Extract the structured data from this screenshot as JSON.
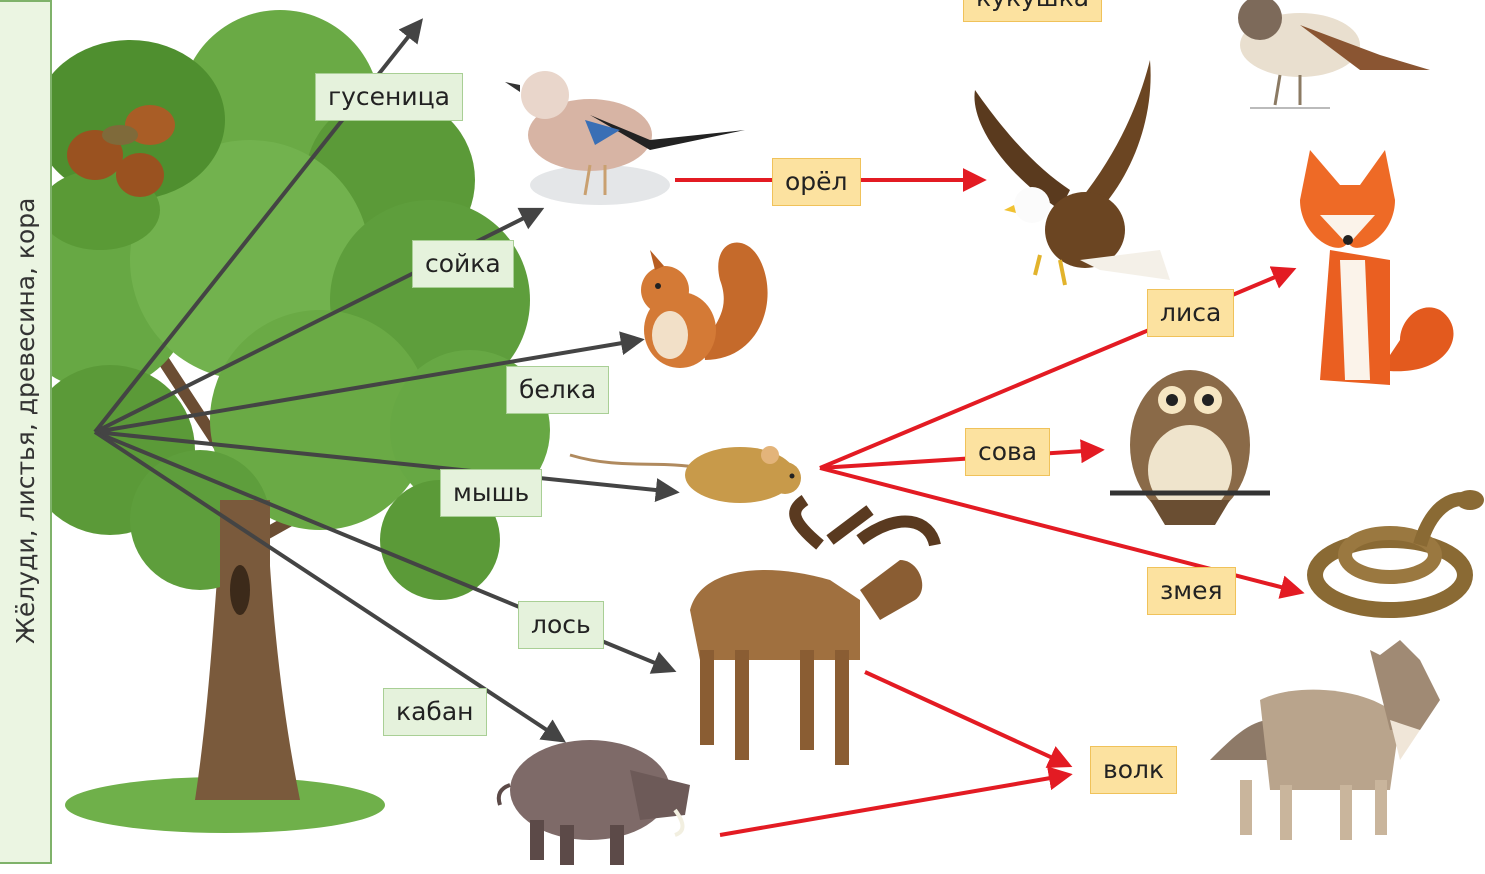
{
  "side_label": "Жёлуди, листья, древесина, кора",
  "labels": {
    "caterpillar": "гусеница",
    "jay": "сойка",
    "squirrel": "белка",
    "mouse": "мышь",
    "elk": "лось",
    "boar": "кабан",
    "eagle": "орёл",
    "cuckoo": "кукушка",
    "fox": "лиса",
    "owl": "сова",
    "snake": "змея",
    "wolf": "волк"
  },
  "colors": {
    "eater_arrow": "#444444",
    "predator_arrow": "#e31b23",
    "prey_label_bg": "#e5f2dc",
    "predator_label_bg": "#fce2a0",
    "side_bar_bg": "#ebf5e2"
  },
  "icons": [
    "oak-tree-icon",
    "acorn-icon",
    "jay-icon",
    "squirrel-icon",
    "mouse-icon",
    "elk-icon",
    "boar-icon",
    "eagle-icon",
    "thrush-icon",
    "fox-icon",
    "owl-icon",
    "snake-icon",
    "wolf-icon"
  ]
}
